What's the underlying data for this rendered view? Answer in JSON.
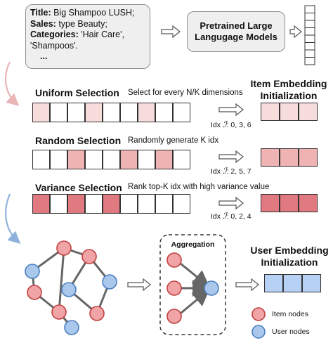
{
  "metadata_box": {
    "title_label": "Title:",
    "title_value": " Big Shampoo LUSH;",
    "sales_label": "Sales:",
    "sales_value": " type Beauty;",
    "categories_label": "Categories:",
    "categories_value": " 'Hair Care',",
    "categories_cont": "'Shampoos'.",
    "ellipsis": "..."
  },
  "llm": {
    "line1": "Pretrained Large",
    "line2": "Langugage Models"
  },
  "item_embedding": {
    "line1": "Item Embedding",
    "line2": "Initialization"
  },
  "uniform": {
    "title": "Uniform Selection",
    "desc": "Select for every N/K dimensions",
    "idx_prefix": "Idx",
    "idx_symbol": "ℐ",
    "idx_values": ": 0, 3, 6",
    "cells": [
      1,
      0,
      0,
      1,
      0,
      0,
      1,
      0,
      0
    ],
    "embedding": [
      1,
      1,
      1
    ]
  },
  "random": {
    "title": "Random Selection",
    "desc": "Randomly generate K idx",
    "idx_prefix": "Idx",
    "idx_symbol": "ℐ",
    "idx_values": ": 2, 5, 7",
    "cells": [
      0,
      0,
      2,
      0,
      0,
      2,
      0,
      2,
      0
    ],
    "embedding": [
      2,
      2,
      2
    ]
  },
  "variance": {
    "title": "Variance Selection",
    "desc": "Rank top-K idx with high variance value",
    "idx_prefix": "Idx",
    "idx_symbol": "ℐ",
    "idx_values": ": 0, 2, 4",
    "cells": [
      3,
      0,
      3,
      0,
      3,
      0,
      0,
      0,
      0
    ],
    "embedding": [
      3,
      3,
      3
    ]
  },
  "aggregation": {
    "label": "Aggregation"
  },
  "user_embedding": {
    "line1": "User Embedding",
    "line2": "Initialization"
  },
  "legend": {
    "item": "Item nodes",
    "user": "User nodes"
  },
  "colors": {
    "shade": [
      "#ffffff",
      "#f7dcdc",
      "#f0b3b4",
      "#e07a80"
    ],
    "item_node": "#f0a4a6",
    "item_stroke": "#c24040",
    "user_node": "#a9c8ec",
    "user_stroke": "#4a7fc0",
    "user_embedding": "#b6d1f3"
  }
}
